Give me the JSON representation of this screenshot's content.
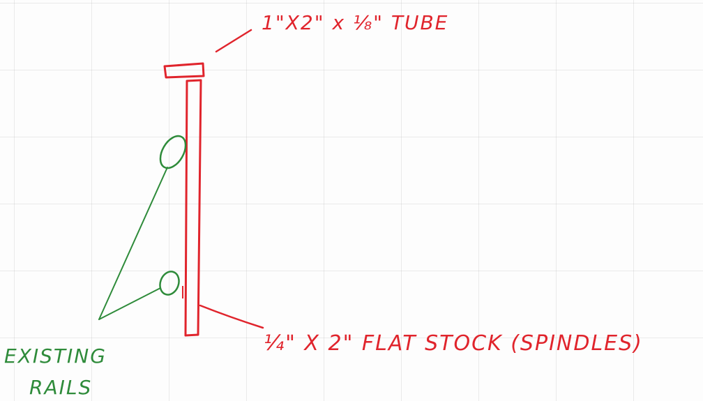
{
  "labels": {
    "tube": "1\"X2\" x ⅛\" TUBE",
    "flat_stock": "¼\" X 2\"  FLAT STOCK (SPINDLES)",
    "rails_line1": "EXISTING",
    "rails_line2": "RAILS"
  },
  "colors": {
    "part": "#e0242c",
    "rail": "#2e8b3a",
    "grid": "#b5b5b5"
  }
}
